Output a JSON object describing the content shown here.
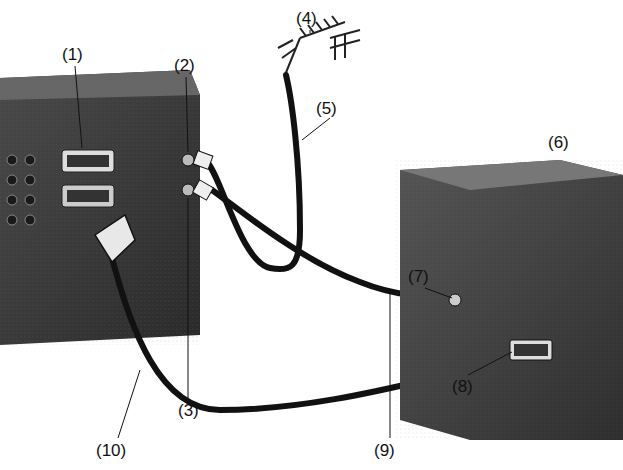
{
  "diagram": {
    "labels": [
      "(1)",
      "(2)",
      "(3)",
      "(4)",
      "(5)",
      "(6)",
      "(7)",
      "(8)",
      "(9)",
      "(10)"
    ]
  }
}
